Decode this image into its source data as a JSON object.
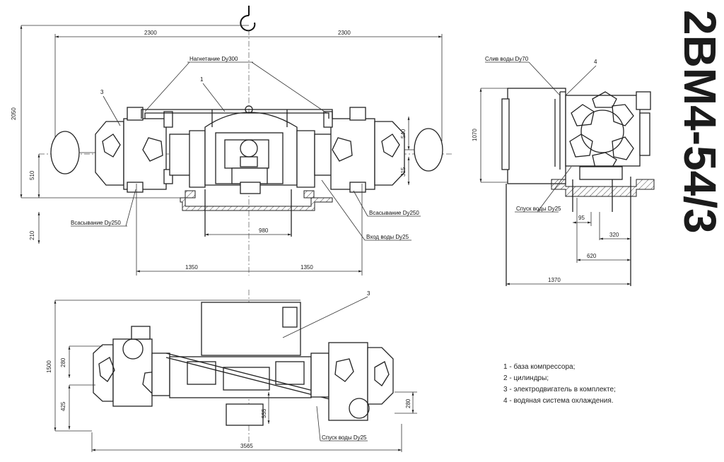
{
  "title": "2ВМ4-54/3",
  "front_view": {
    "dims": {
      "left_span": "2300",
      "right_span": "2300",
      "height": "2050",
      "axis_height": "510",
      "foundation_depth": "210",
      "base_width": "980",
      "half_left": "1350",
      "half_right": "1350",
      "cyl_a": "540",
      "cyl_b": "315"
    },
    "labels": {
      "discharge": "Нагнетание Dy300",
      "suction_left": "Всасывание Dy250",
      "suction_right": "Всасывание Dy250",
      "water_in": "Вход воды Dy25",
      "ref1": "1",
      "ref3": "3"
    }
  },
  "side_view": {
    "dims": {
      "height": "1070",
      "d95": "95",
      "d320": "320",
      "d620": "620",
      "width": "1370"
    },
    "labels": {
      "water_drain_top": "Слив воды Dy70",
      "water_drain_bottom": "Спуск воды Dy25",
      "ref4": "4"
    }
  },
  "plan_view": {
    "dims": {
      "total_height": "1500",
      "d280": "280",
      "d425": "425",
      "d555": "555",
      "d280r": "280",
      "length": "3565"
    },
    "labels": {
      "water_drain": "Спуск воды Dy25",
      "ref3": "3"
    }
  },
  "legend": [
    "1 - база компрессора;",
    "2 - цилиндры;",
    "3 - электродвигатель в комплекте;",
    "4 - водяная система охлаждения."
  ]
}
